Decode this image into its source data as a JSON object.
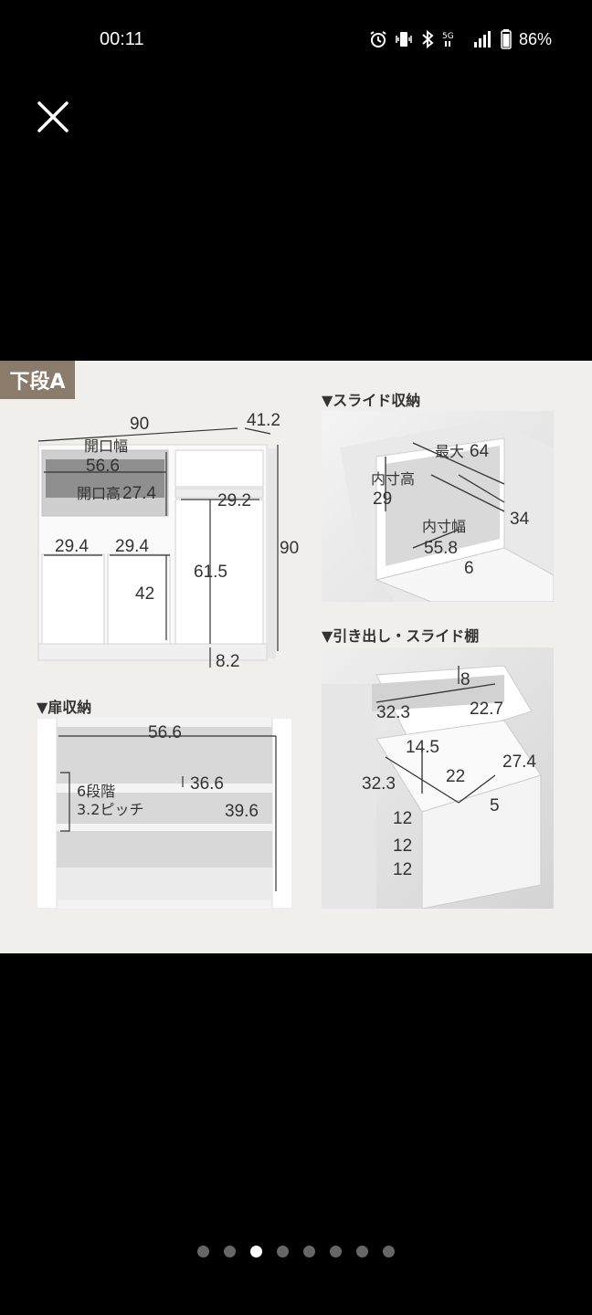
{
  "status_bar": {
    "time": "00:11",
    "battery": "86%",
    "icons": [
      "alarm-icon",
      "vibrate-icon",
      "bluetooth-icon",
      "5g-icon",
      "signal-icon",
      "battery-icon"
    ]
  },
  "viewer": {
    "close_icon": "close-icon",
    "badge": "下段A",
    "cabinet": {
      "width": "90",
      "depth": "41.2",
      "opening_width_label": "開口幅",
      "opening_width": "56.6",
      "opening_height_label": "開口高",
      "opening_height": "27.4",
      "right_door_width": "29.2",
      "left_door_width": "29.4",
      "mid_door_width": "29.4",
      "door_height": "42",
      "right_height": "61.5",
      "total_height": "90",
      "base_height": "8.2"
    },
    "slide_storage": {
      "title": "▼スライド収納",
      "max_label": "最大",
      "max": "64",
      "inner_height_label": "内寸高",
      "inner_height": "29",
      "depth": "34",
      "inner_width_label": "内寸幅",
      "inner_width": "55.8",
      "gap": "6"
    },
    "door_storage": {
      "title": "▼扉収納",
      "width": "56.6",
      "steps_label": "6段階",
      "pitch_label": "3.2ピッチ",
      "shelf_gap": "36.6",
      "height": "39.6"
    },
    "drawer_shelf": {
      "title": "▼引き出し・スライド棚",
      "drawer_height": "8",
      "drawer_depth": "32.3",
      "drawer_width": "22.7",
      "shelf_height": "14.5",
      "shelf_depth": "32.3",
      "shelf_width": "22",
      "side_width": "27.4",
      "side_gap": "5",
      "pitch_1": "12",
      "pitch_2": "12",
      "pitch_3": "12"
    }
  },
  "pagination": {
    "count": 8,
    "active": 2
  }
}
